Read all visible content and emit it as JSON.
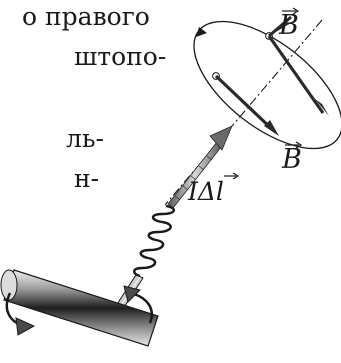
{
  "text_lines": [
    "о правого",
    "штопо-",
    "",
    "ль-",
    "н-"
  ],
  "labels": {
    "b_top": "B",
    "b_bottom": "B",
    "current_element": "IΔl"
  },
  "colors": {
    "ink": "#1a1a1a",
    "arrow": "#7a7a7a",
    "metal_light": "#f0f0f0",
    "metal_dark": "#2a2a2a"
  }
}
